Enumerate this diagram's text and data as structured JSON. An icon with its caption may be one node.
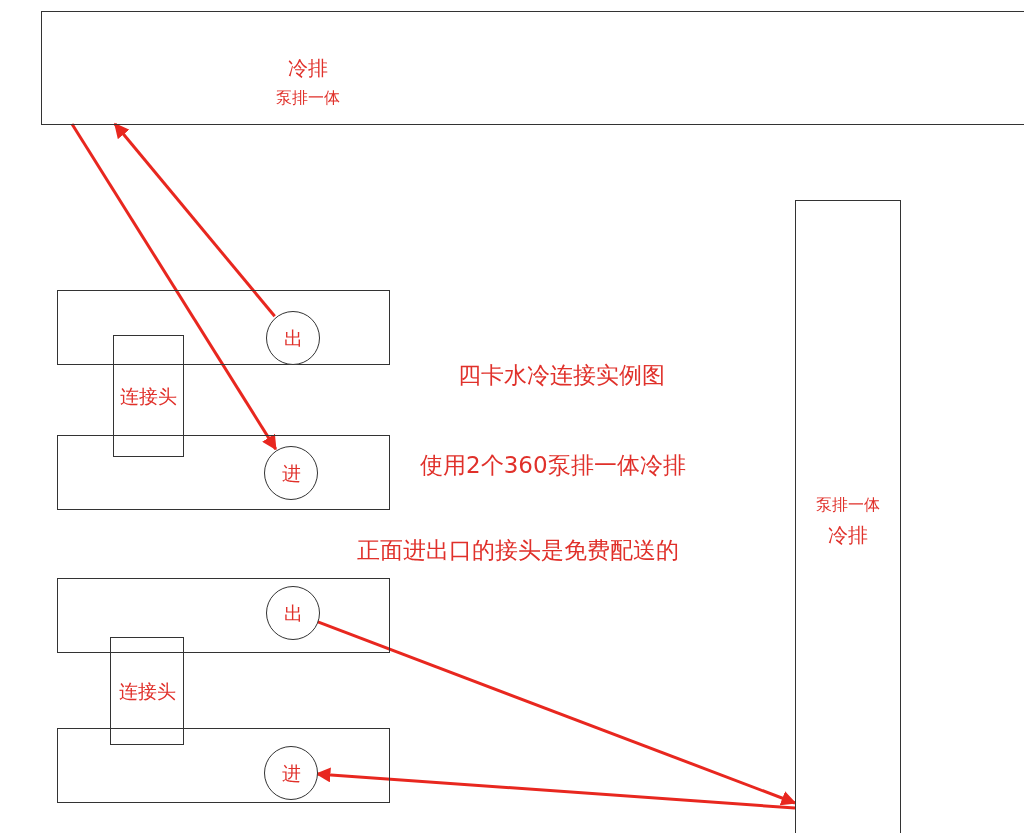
{
  "diagram": {
    "nodes": [
      {
        "text": [
          "冷排",
          "泵排一体"
        ]
      },
      {
        "text": [],
        "shape": "box"
      },
      {
        "text": [
          "出"
        ],
        "in": 1
      },
      {
        "text": [],
        "shape": "box"
      },
      {
        "text": [
          "进"
        ],
        "in": 3
      },
      {
        "text": [
          "连接头"
        ]
      },
      {
        "text": [],
        "shape": "box"
      },
      {
        "text": [
          "出"
        ],
        "in": 6
      },
      {
        "text": [],
        "shape": "box"
      },
      {
        "text": [
          "进"
        ],
        "in": 8
      },
      {
        "text": [
          "连接头"
        ]
      },
      {
        "text": [
          "泵排一体",
          "冷排"
        ]
      }
    ],
    "edges": [
      {
        "from": 2,
        "to": 0,
        "arrow": "to"
      },
      {
        "from": 0,
        "to": 4,
        "arrow": "to"
      },
      {
        "from": 7,
        "to": 11,
        "arrow": "to"
      },
      {
        "from": 11,
        "to": 9,
        "arrow": "to"
      }
    ],
    "labels": [
      "四卡水冷连接实例图",
      "使用2个360泵排一体冷排",
      "正面进出口的接头是免费配送的"
    ]
  }
}
